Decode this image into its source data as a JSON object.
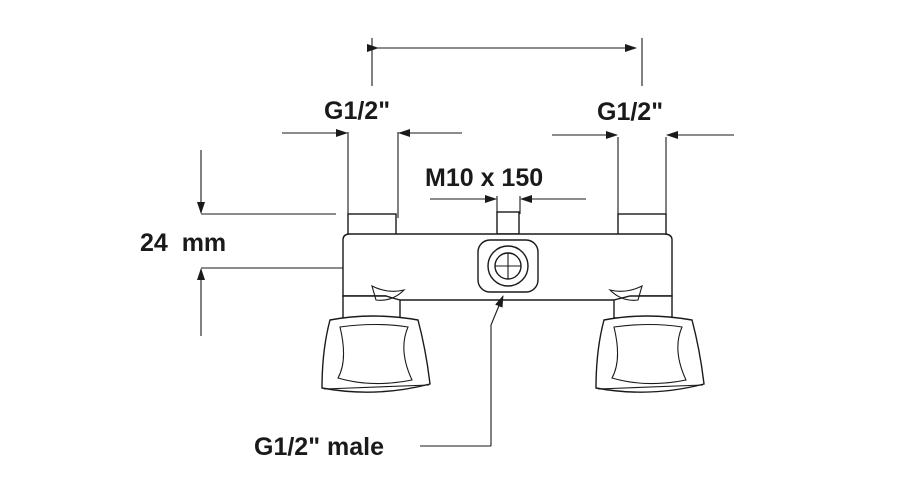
{
  "labels": {
    "inlet_left": "G1/2\"",
    "inlet_right": "G1/2\"",
    "stud": "M10 x 150",
    "height": "24  mm",
    "outlet": "G1/2\" male"
  },
  "colors": {
    "ink": "#1a1a1a",
    "background": "#ffffff"
  }
}
